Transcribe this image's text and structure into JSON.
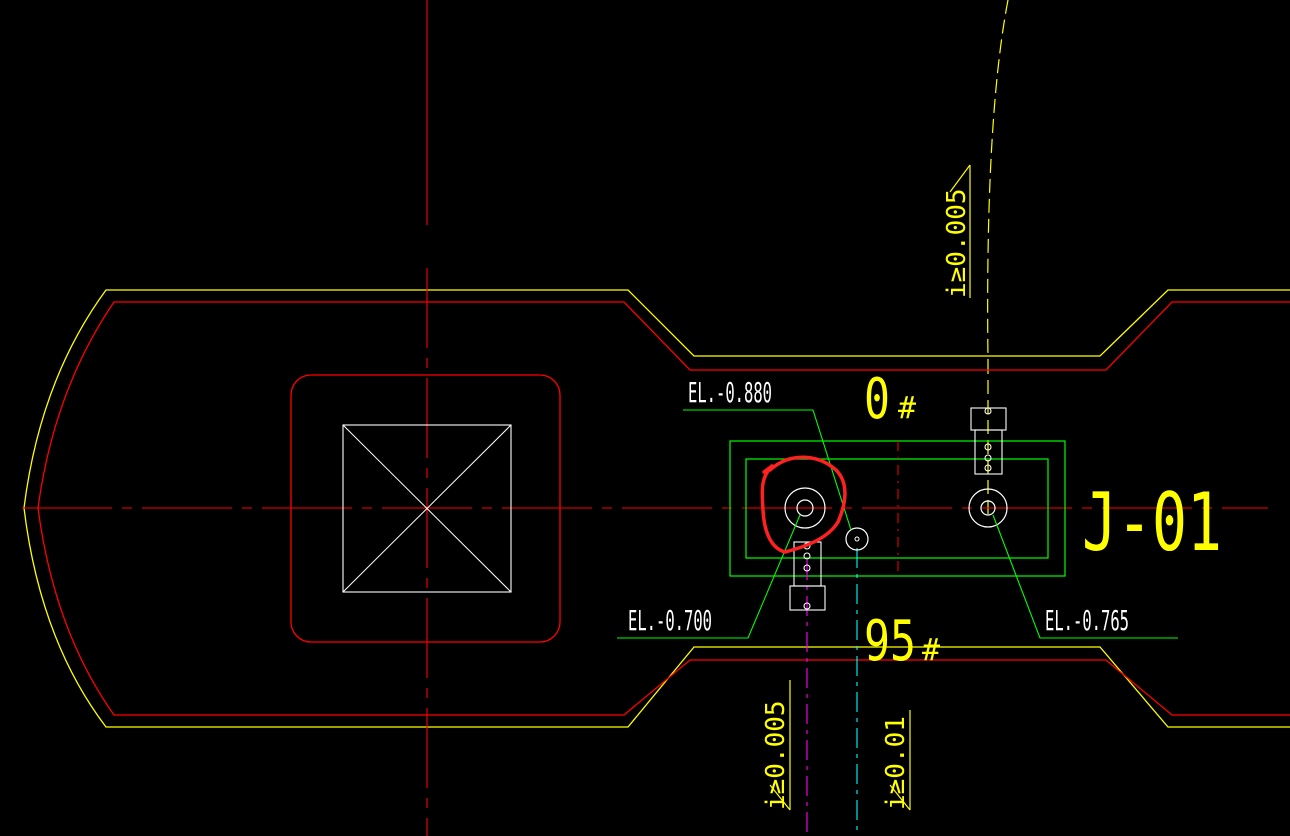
{
  "labels": {
    "elevation_top": "EL.-0.880",
    "elevation_left": "EL.-0.700",
    "elevation_right": "EL.-0.765",
    "marker_0": "0",
    "marker_95": "95",
    "hash": "#",
    "equipment_tag": "J-01",
    "slope_upper": "i≥0.005",
    "slope_lower_left": "i≥0.005",
    "slope_lower_right": "i≥0.01"
  },
  "colors": {
    "background": "#000000",
    "outline_yellow": "#ffff00",
    "outline_red": "#ff0000",
    "centerline_red": "#ff0000",
    "pit_green": "#00ff00",
    "white": "#ffffff",
    "pipe_magenta": "#ff00ff",
    "pipe_cyan": "#00ffff",
    "markup_red": "#ff2020"
  }
}
